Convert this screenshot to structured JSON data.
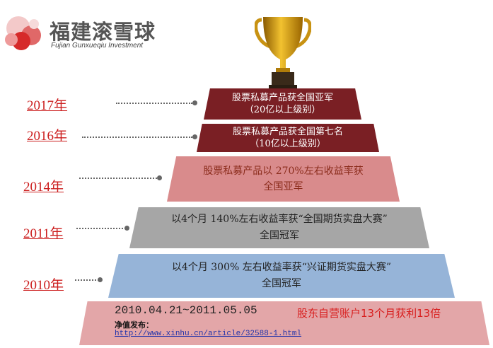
{
  "logo": {
    "title": "福建滚雪球",
    "subtitle": "Fujian Gunxueqiu Investment"
  },
  "colors": {
    "tier_dark": "#7a1f24",
    "tier_pink": "#d98b8c",
    "tier_gray": "#a6a6a6",
    "tier_blue": "#96b4d8",
    "tier_base": "#e3a6a8",
    "year_red": "#cc1f1f"
  },
  "timeline": [
    {
      "year": "2017年",
      "lines": [
        "股票私募产品获全国亚军",
        "（20亿以上级别）"
      ]
    },
    {
      "year": "2016年",
      "lines": [
        "股票私募产品获全国第七名",
        "（10亿以上级别）"
      ]
    },
    {
      "year": "2014年",
      "lines": [
        "股票私募产品以 270%左右收益率获",
        "全国亚军"
      ]
    },
    {
      "year": "2011年",
      "lines": [
        "以4个月 140%左右收益率获“全国期货实盘大赛”",
        "全国冠军"
      ]
    },
    {
      "year": "2010年",
      "lines": [
        "以4个月 300% 左右收益率获“兴证期货实盘大赛”",
        "全国冠军"
      ]
    }
  ],
  "base": {
    "date_range": "2010.04.21~2011.05.05",
    "note": "净值发布：",
    "link": "http://www.xinhu.cn/article/32588-1.html",
    "highlight": "股东自营账户13个月获利13倍"
  }
}
